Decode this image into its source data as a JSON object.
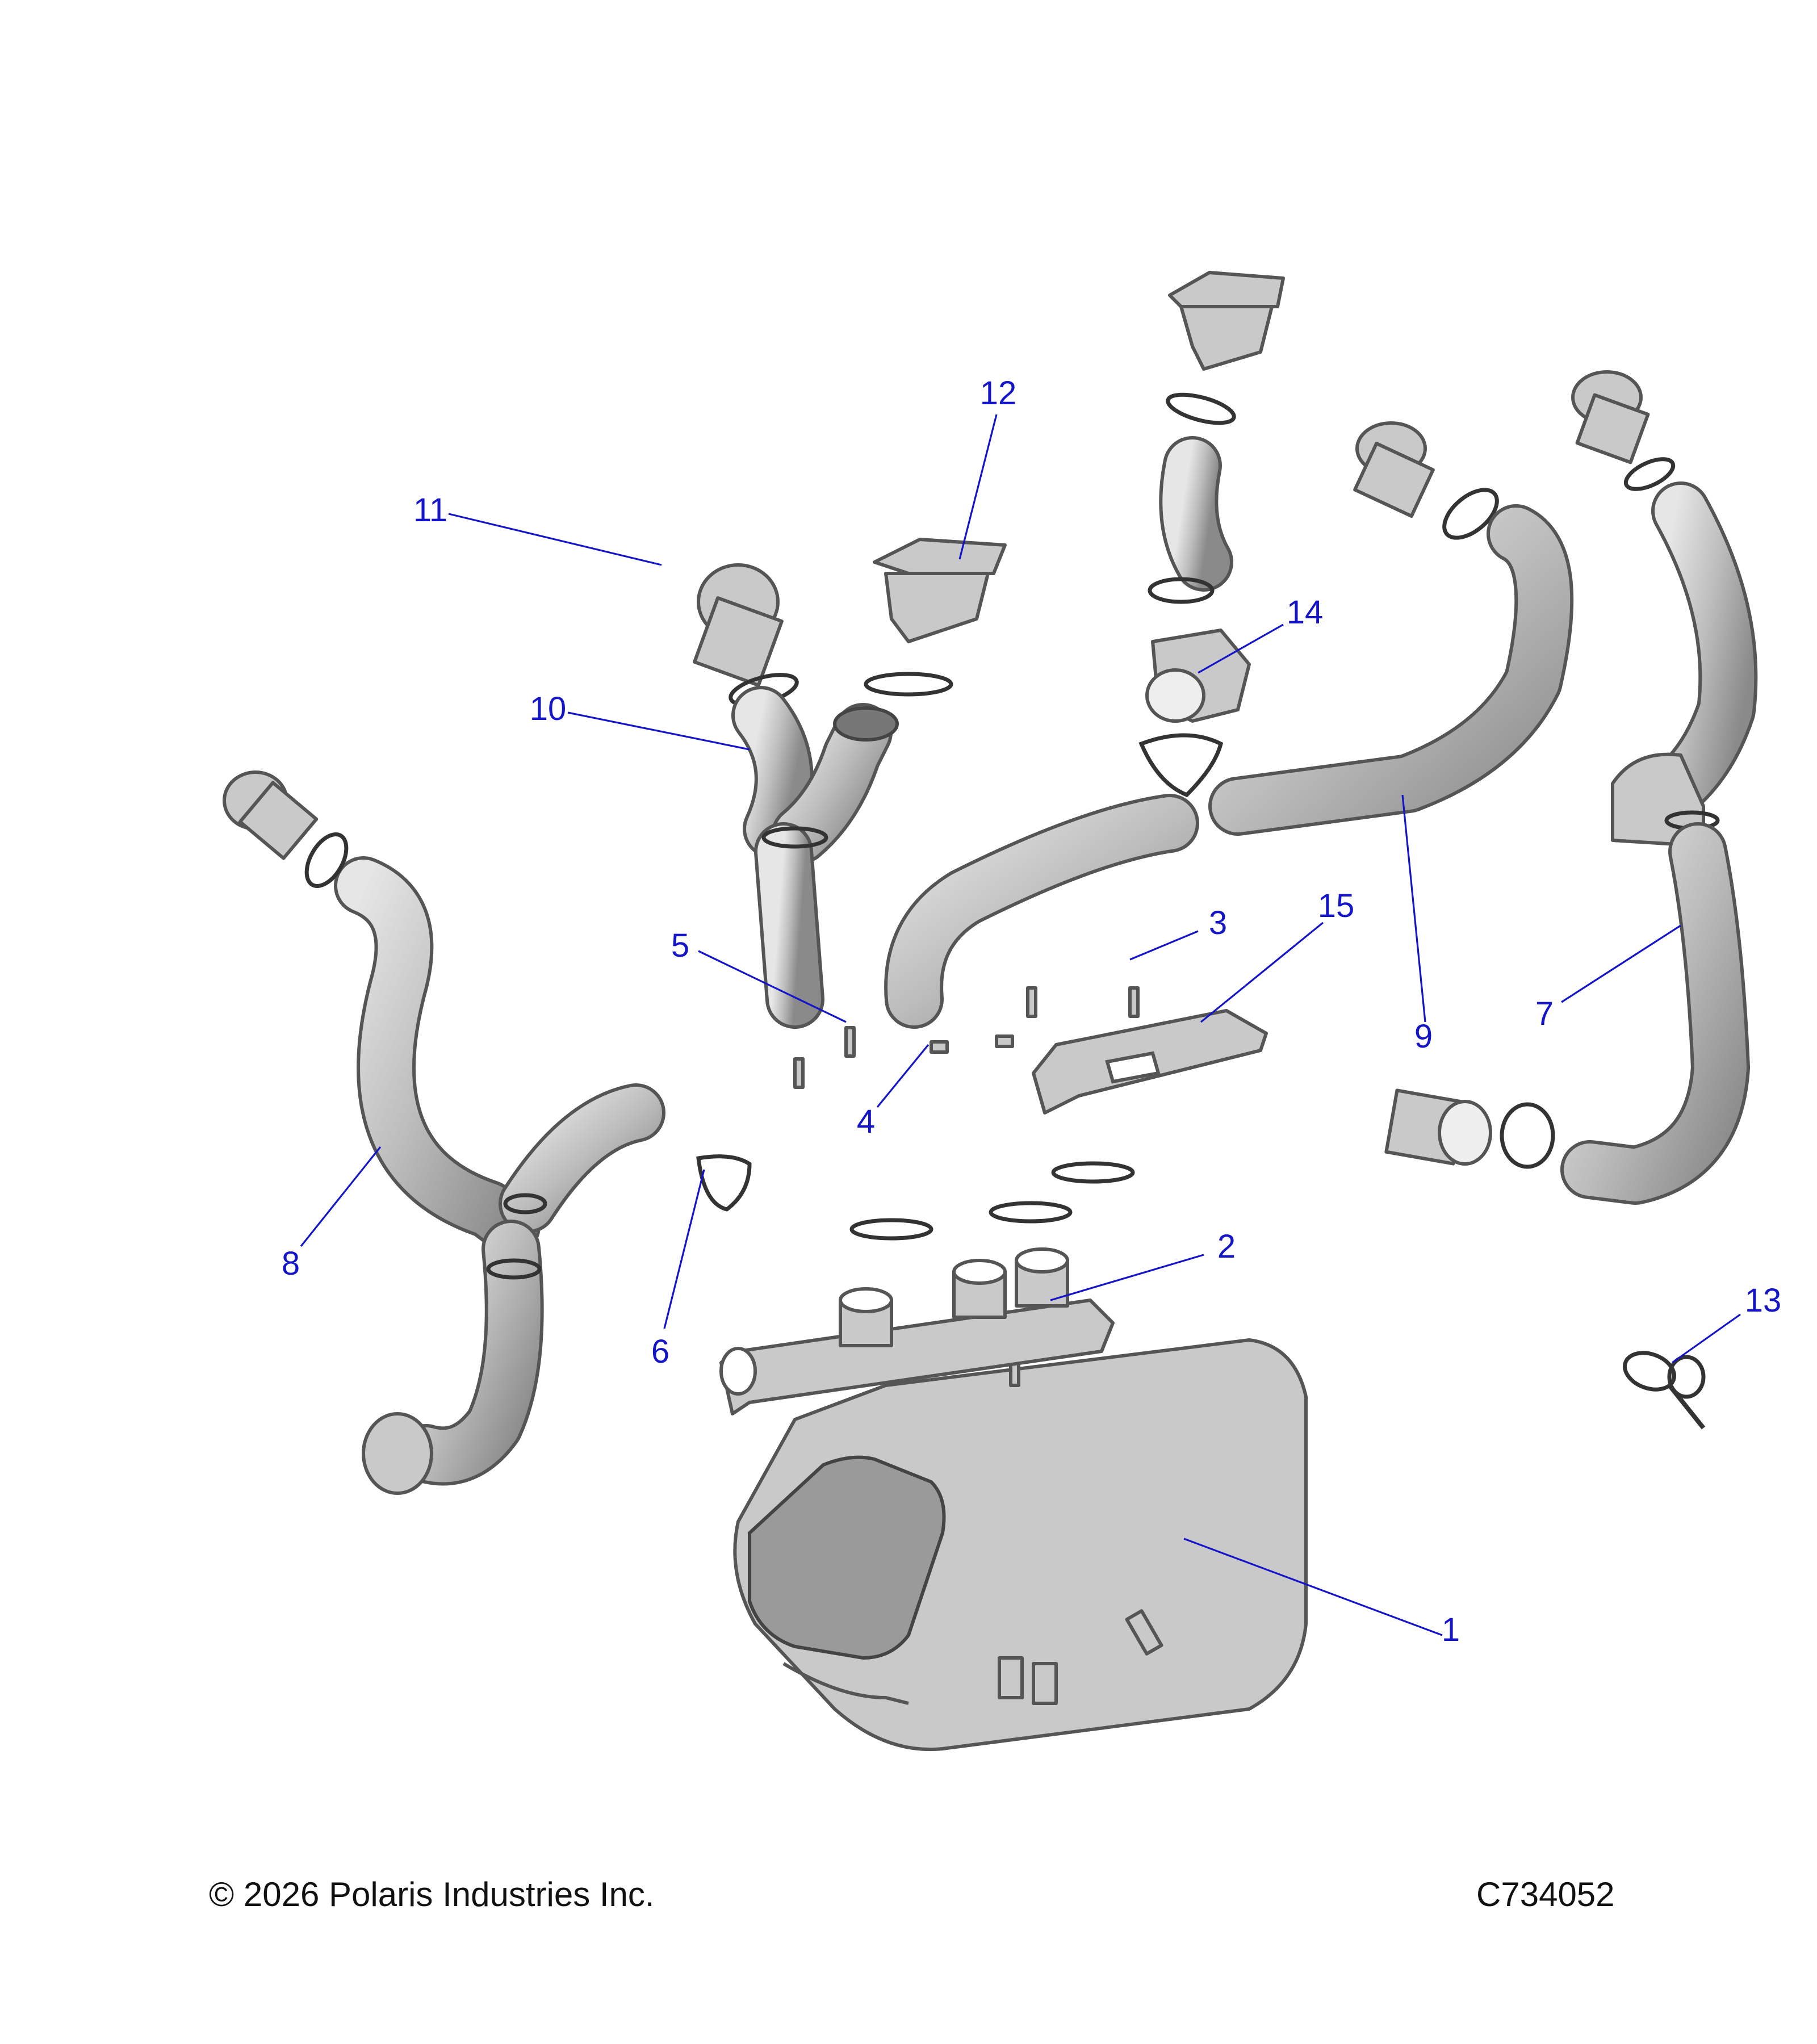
{
  "callouts": [
    {
      "id": "1",
      "text": "1"
    },
    {
      "id": "2",
      "text": "2"
    },
    {
      "id": "3",
      "text": "3"
    },
    {
      "id": "4",
      "text": "4"
    },
    {
      "id": "5",
      "text": "5"
    },
    {
      "id": "6",
      "text": "6"
    },
    {
      "id": "7",
      "text": "7"
    },
    {
      "id": "8",
      "text": "8"
    },
    {
      "id": "9",
      "text": "9"
    },
    {
      "id": "10",
      "text": "10"
    },
    {
      "id": "11",
      "text": "11"
    },
    {
      "id": "12",
      "text": "12"
    },
    {
      "id": "13",
      "text": "13"
    },
    {
      "id": "14",
      "text": "14"
    },
    {
      "id": "15",
      "text": "15"
    }
  ],
  "footer": {
    "copyright": "© 2026 Polaris Industries Inc.",
    "drawing_number": "C734052"
  },
  "colors": {
    "callout": "#1414c8",
    "part_fill": "#c9c9c9",
    "part_stroke": "#555555"
  }
}
